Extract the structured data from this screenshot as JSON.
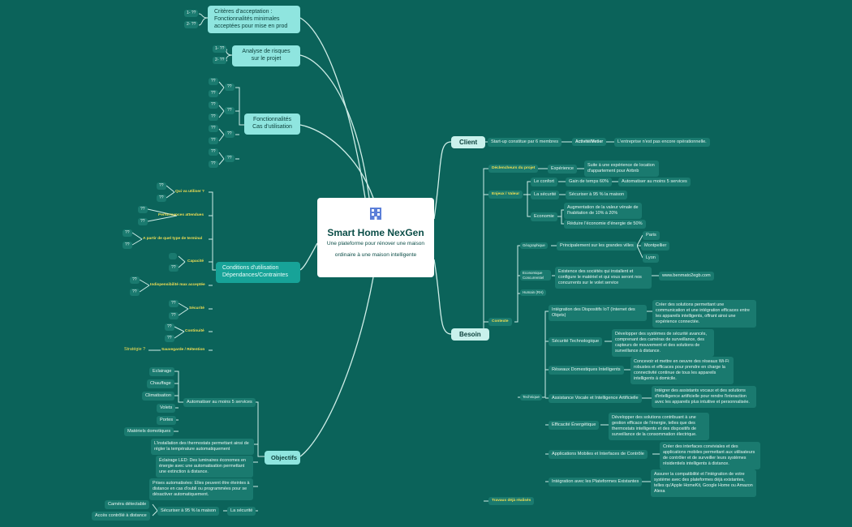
{
  "center": {
    "title": "Smart Home NexGen",
    "subtitle": "Une plateforme pour rénover une maison ordinaire à une maison intelligente",
    "icon": "building-icon"
  },
  "left_top": {
    "acceptance": {
      "title": "Critères d'acceptation :\nFonctionnalités minimales\nacceptées pour mise en prod",
      "items": [
        "1- ??",
        "2- ??"
      ]
    },
    "risks": {
      "title": "Analyse de risques\nsur le projet",
      "items": [
        "1- ??",
        "2- ??"
      ]
    },
    "features": {
      "title": "Fonctionnalités\nCas d'utilisation",
      "q": "??"
    }
  },
  "conditions": {
    "title": "Conditions d'utilisation\nDépendances/Contraintes",
    "q": "??",
    "groups": [
      "Qui va utiliser ?",
      "Performances attendues",
      "A partir de quel type de terminal",
      "Capacité",
      "Indispensibilité max acceptée",
      "Sécurité",
      "Continuité",
      "Sauvegarde / Rétention"
    ],
    "strategy": "Stratégie ?"
  },
  "objectifs": {
    "title": "Objectifs",
    "automate": {
      "label": "Automatiser au moins 5 services",
      "items": [
        "Eclairage",
        "Chauffage",
        "Climatisation",
        "Volets",
        "Portes",
        "Matériels domotiques"
      ]
    },
    "details": [
      "L'installation des thermostats permettant ainsi de régler la température automatiquement",
      "Éclairage LED: Des luminaires économes en énergie avec une automatisation permettant une extinction à distance.",
      "Prises automatisées: Elles peuvent être éteintes à distance en cas d'oubli ou programmées pour se désactiver automatiquement."
    ],
    "security": {
      "label": "La sécurité",
      "sub": "Sécuriser à 95 % la maison",
      "items": [
        "Caméra détectable",
        "Accès contrôlé à distance"
      ]
    }
  },
  "client": {
    "title": "Client",
    "desc": "Start-up constitue par 6 membres",
    "activity": "Activité/Metier",
    "note": "L'entreprise n'est pas encore opérationnelle."
  },
  "besoin": {
    "title": "Besoin",
    "declencheurs": {
      "label": "Déclencheurs du projet",
      "exp": "Expérience",
      "exp_desc": "Suite à une expérience de location d'appartement pour Airbnb"
    },
    "enjeux": {
      "label": "Enjeux / Valeur",
      "confort": "Le confort",
      "gain": "Gain de temps 60%",
      "auto": "Automatiser au moins 5 services",
      "securite": "La sécurité",
      "sec95": "Sécuriser à 95 % la maison",
      "economie": "Economie",
      "aug": "Augmentation de la valeur vénale de l'habitation de 10% à 20%",
      "reduce": "Réduire l'économie d'énergie de 50%"
    },
    "contexte": {
      "label": "Contexte",
      "geo": "Géographique",
      "cities": "Principalement sur les grandes villes",
      "city_list": [
        "Paris",
        "Montpellier",
        "Lyon"
      ],
      "eco": "Economique Concurrentiel",
      "eco_desc": "Existence des sociétés qui installent et configure le matériel et qui vous seront nos concurrents sur le volet service",
      "url": "www.benmato2egb.com",
      "human": "Humain (RH)",
      "tech": "Technique",
      "tech_items": [
        {
          "label": "Intégration des Dispositifs IoT (Internet des Objets)",
          "desc": "Créer des solutions permettant une communication et une intégration efficaces entre les appareils intelligents, offrant ainsi une expérience connectée."
        },
        {
          "label": "Sécurité Technologique",
          "desc": "Développer des systèmes de sécurité avancés, comprenant des caméras de surveillance, des capteurs de mouvement et des solutions de surveillance à distance."
        },
        {
          "label": "Réseaux Domestiques Intelligents",
          "desc": "Concevoir et mettre en oeuvre des réseaux Wi-Fi robustes et efficaces pour prendre en charge la connectivité continue de tous les appareils intelligents à domicile."
        },
        {
          "label": "Assistance Vocale et Intelligence Artificielle",
          "desc": "Intégrer des assistants vocaux et des solutions d'intelligence artificielle pour rendre l'interaction avec les appareils plus intuitive et personnalisée."
        },
        {
          "label": "Efficacité Énergétique",
          "desc": "Développer des solutions contribuant à une gestion efficace de l'énergie, telles que des thermostats intelligents et des dispositifs de surveillance de la consommation électrique."
        },
        {
          "label": "Applications Mobiles et Interfaces de Contrôle",
          "desc": "Créer des interfaces conviviales et des applications mobiles permettant aux utilisateurs de contrôler et de surveiller leurs systèmes résidentiels intelligents à distance."
        },
        {
          "label": "Intégration avec les Plateformes Existantes",
          "desc": "Assurer la compatibilité et l'intégration de votre système avec des plateformes déjà existantes, telles qu'Apple HomeKit, Google Home ou Amazon Alexa"
        }
      ]
    },
    "travaux": "Travaux déjà réalisés"
  },
  "colors": {
    "background": "#0b635a",
    "node": "#1a7a6f",
    "main_node": "#8fe5df",
    "accent_text": "#f2df52",
    "link": "#cfeee8"
  }
}
